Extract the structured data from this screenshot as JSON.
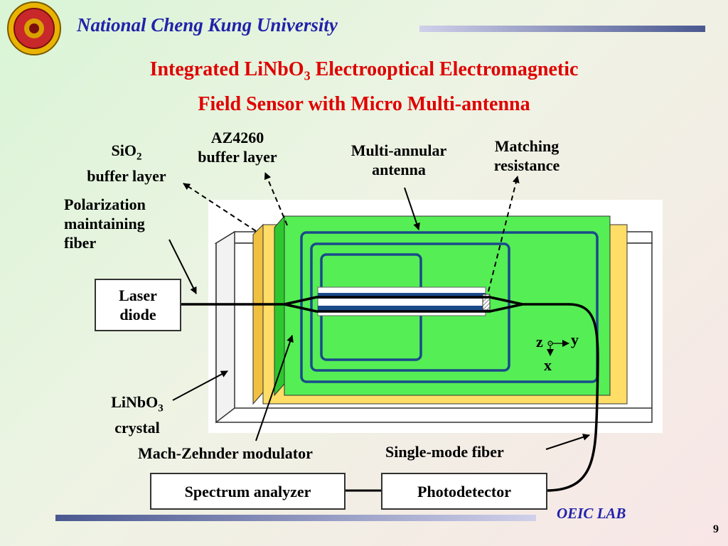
{
  "header": {
    "university": "National Cheng Kung University",
    "title_line1_pre": "Integrated LiNbO",
    "title_line1_sub": "3",
    "title_line1_post": " Electrooptical Electromagnetic",
    "title_line2": "Field Sensor with Micro Multi-antenna"
  },
  "labels": {
    "sio2_main": "SiO",
    "sio2_sub": "2",
    "sio2_line2": "buffer layer",
    "az_line1": "AZ4260",
    "az_line2": "buffer layer",
    "antenna_line1": "Multi-annular",
    "antenna_line2": "antenna",
    "matching_line1": "Matching",
    "matching_line2": "resistance",
    "pm_line1": "Polarization",
    "pm_line2": "maintaining",
    "pm_line3": "fiber",
    "laser_line1": "Laser",
    "laser_line2": "diode",
    "linbo_main": "LiNbO",
    "linbo_sub": "3",
    "linbo_line2": "crystal",
    "mz": "Mach-Zehnder modulator",
    "smf": "Single-mode fiber",
    "spectrum": "Spectrum analyzer",
    "photodetector": "Photodetector",
    "axis_z": "z",
    "axis_y": "y",
    "axis_x": "x"
  },
  "footer": {
    "lab": "OEIC LAB",
    "page": "9"
  },
  "colors": {
    "university_text": "#2222aa",
    "title_text": "#e00000",
    "antenna": "#1a4a8a",
    "green_layer": "#55ee55",
    "yellow_layer": "#ffdd66"
  }
}
